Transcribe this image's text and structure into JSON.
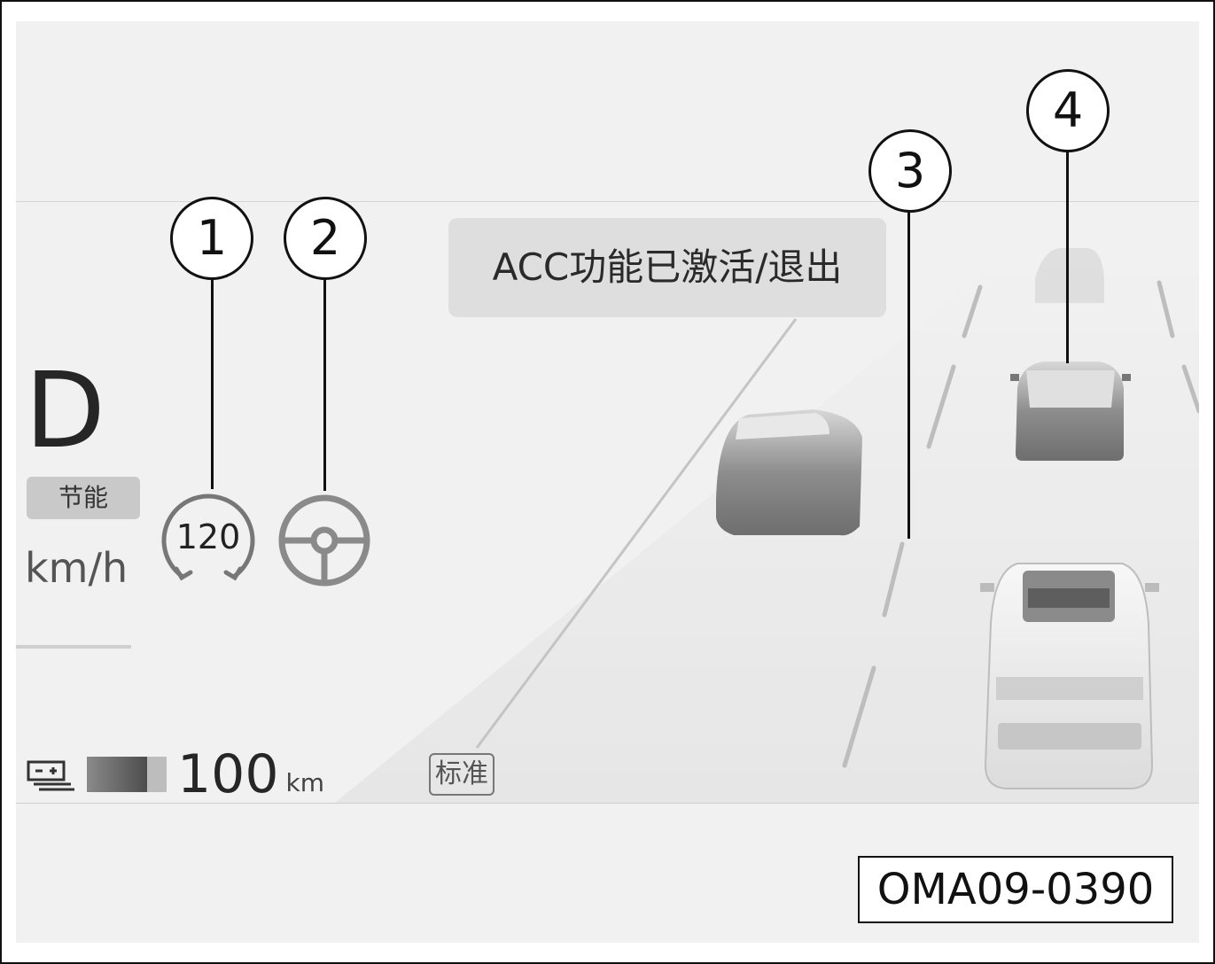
{
  "display": {
    "gear": "D",
    "drive_mode_label": "节能",
    "speed_unit": "km/h",
    "acc_set_speed": "120",
    "notification": "ACC功能已激活/退出",
    "range_value": "100",
    "range_unit": "km",
    "battery_level": 0.75,
    "driving_style": "标准"
  },
  "icons": {
    "battery": "battery-icon",
    "set_speed": "acc-set-speed-icon",
    "steering": "steering-wheel-icon",
    "lead_vehicle": "car-icon"
  },
  "callouts": [
    "1",
    "2",
    "3",
    "4"
  ],
  "figure_id": "OMA09-0390"
}
